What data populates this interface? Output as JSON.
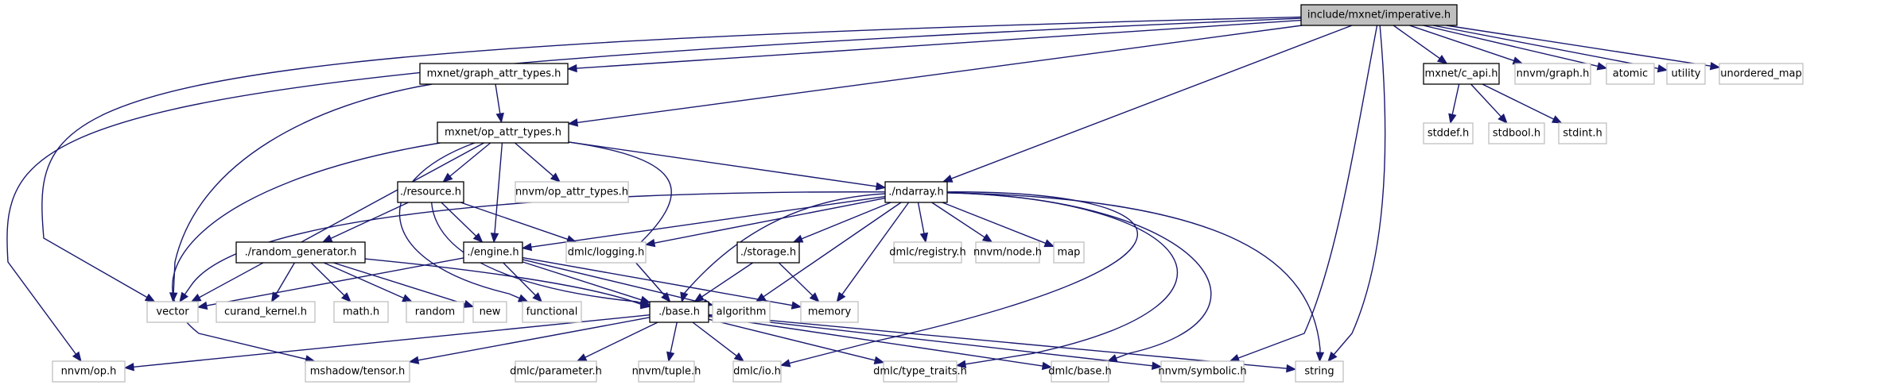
{
  "diagram": {
    "title": "include/mxnet/imperative.h",
    "type": "include-dependency-graph",
    "colors": {
      "edge": "#191970",
      "root_fill": "#bfbfbf",
      "linked_border": "#000000",
      "external_border": "#bfbfbf",
      "background": "#ffffff"
    },
    "nodes": [
      {
        "id": "imperative",
        "label": "include/mxnet/imperative.h",
        "kind": "root"
      },
      {
        "id": "graph_attr_types",
        "label": "mxnet/graph_attr_types.h",
        "kind": "linked"
      },
      {
        "id": "op_attr_types",
        "label": "mxnet/op_attr_types.h",
        "kind": "linked"
      },
      {
        "id": "c_api",
        "label": "mxnet/c_api.h",
        "kind": "linked"
      },
      {
        "id": "nnvm_graph",
        "label": "nnvm/graph.h",
        "kind": "external"
      },
      {
        "id": "atomic",
        "label": "atomic",
        "kind": "external"
      },
      {
        "id": "utility",
        "label": "utility",
        "kind": "external"
      },
      {
        "id": "unordered_map",
        "label": "unordered_map",
        "kind": "external"
      },
      {
        "id": "stddef",
        "label": "stddef.h",
        "kind": "external"
      },
      {
        "id": "stdbool",
        "label": "stdbool.h",
        "kind": "external"
      },
      {
        "id": "stdint",
        "label": "stdint.h",
        "kind": "external"
      },
      {
        "id": "resource",
        "label": "./resource.h",
        "kind": "linked"
      },
      {
        "id": "nnvm_op_attr_types",
        "label": "nnvm/op_attr_types.h",
        "kind": "external"
      },
      {
        "id": "ndarray",
        "label": "./ndarray.h",
        "kind": "linked"
      },
      {
        "id": "random_generator",
        "label": "./random_generator.h",
        "kind": "linked"
      },
      {
        "id": "engine",
        "label": "./engine.h",
        "kind": "linked"
      },
      {
        "id": "dmlc_logging",
        "label": "dmlc/logging.h",
        "kind": "external"
      },
      {
        "id": "storage",
        "label": "./storage.h",
        "kind": "linked"
      },
      {
        "id": "dmlc_registry",
        "label": "dmlc/registry.h",
        "kind": "external"
      },
      {
        "id": "nnvm_node",
        "label": "nnvm/node.h",
        "kind": "external"
      },
      {
        "id": "map",
        "label": "map",
        "kind": "external"
      },
      {
        "id": "vector",
        "label": "vector",
        "kind": "external"
      },
      {
        "id": "curand_kernel",
        "label": "curand_kernel.h",
        "kind": "external"
      },
      {
        "id": "math",
        "label": "math.h",
        "kind": "external"
      },
      {
        "id": "random",
        "label": "random",
        "kind": "external"
      },
      {
        "id": "new",
        "label": "new",
        "kind": "external"
      },
      {
        "id": "functional",
        "label": "functional",
        "kind": "external"
      },
      {
        "id": "base",
        "label": "./base.h",
        "kind": "linked"
      },
      {
        "id": "algorithm",
        "label": "algorithm",
        "kind": "external"
      },
      {
        "id": "memory",
        "label": "memory",
        "kind": "external"
      },
      {
        "id": "nnvm_op",
        "label": "nnvm/op.h",
        "kind": "external"
      },
      {
        "id": "mshadow_tensor",
        "label": "mshadow/tensor.h",
        "kind": "external"
      },
      {
        "id": "dmlc_parameter",
        "label": "dmlc/parameter.h",
        "kind": "external"
      },
      {
        "id": "nnvm_tuple",
        "label": "nnvm/tuple.h",
        "kind": "external"
      },
      {
        "id": "dmlc_io",
        "label": "dmlc/io.h",
        "kind": "external"
      },
      {
        "id": "dmlc_type_traits",
        "label": "dmlc/type_traits.h",
        "kind": "external"
      },
      {
        "id": "dmlc_base",
        "label": "dmlc/base.h",
        "kind": "external"
      },
      {
        "id": "nnvm_symbolic",
        "label": "nnvm/symbolic.h",
        "kind": "external"
      },
      {
        "id": "string",
        "label": "string",
        "kind": "external"
      }
    ],
    "edges": [
      [
        "imperative",
        "graph_attr_types"
      ],
      [
        "imperative",
        "op_attr_types"
      ],
      [
        "imperative",
        "ndarray"
      ],
      [
        "imperative",
        "c_api"
      ],
      [
        "imperative",
        "nnvm_graph"
      ],
      [
        "imperative",
        "atomic"
      ],
      [
        "imperative",
        "utility"
      ],
      [
        "imperative",
        "unordered_map"
      ],
      [
        "imperative",
        "vector"
      ],
      [
        "imperative",
        "nnvm_op"
      ],
      [
        "imperative",
        "nnvm_symbolic"
      ],
      [
        "imperative",
        "string"
      ],
      [
        "graph_attr_types",
        "op_attr_types"
      ],
      [
        "graph_attr_types",
        "vector"
      ],
      [
        "op_attr_types",
        "resource"
      ],
      [
        "op_attr_types",
        "nnvm_op_attr_types"
      ],
      [
        "op_attr_types",
        "ndarray"
      ],
      [
        "op_attr_types",
        "engine"
      ],
      [
        "op_attr_types",
        "vector"
      ],
      [
        "op_attr_types",
        "functional"
      ],
      [
        "op_attr_types",
        "base"
      ],
      [
        "op_attr_types",
        "mshadow_tensor"
      ],
      [
        "c_api",
        "stddef"
      ],
      [
        "c_api",
        "stdbool"
      ],
      [
        "c_api",
        "stdint"
      ],
      [
        "resource",
        "random_generator"
      ],
      [
        "resource",
        "engine"
      ],
      [
        "resource",
        "dmlc_logging"
      ],
      [
        "resource",
        "base"
      ],
      [
        "ndarray",
        "engine"
      ],
      [
        "ndarray",
        "dmlc_logging"
      ],
      [
        "ndarray",
        "storage"
      ],
      [
        "ndarray",
        "dmlc_registry"
      ],
      [
        "ndarray",
        "nnvm_node"
      ],
      [
        "ndarray",
        "map"
      ],
      [
        "ndarray",
        "vector"
      ],
      [
        "ndarray",
        "base"
      ],
      [
        "ndarray",
        "algorithm"
      ],
      [
        "ndarray",
        "memory"
      ],
      [
        "ndarray",
        "dmlc_io"
      ],
      [
        "ndarray",
        "dmlc_type_traits"
      ],
      [
        "ndarray",
        "dmlc_base"
      ],
      [
        "ndarray",
        "string"
      ],
      [
        "random_generator",
        "curand_kernel"
      ],
      [
        "random_generator",
        "math"
      ],
      [
        "random_generator",
        "random"
      ],
      [
        "random_generator",
        "new"
      ],
      [
        "random_generator",
        "base"
      ],
      [
        "engine",
        "vector"
      ],
      [
        "engine",
        "functional"
      ],
      [
        "engine",
        "base"
      ],
      [
        "engine",
        "algorithm"
      ],
      [
        "engine",
        "memory"
      ],
      [
        "storage",
        "base"
      ],
      [
        "storage",
        "memory"
      ],
      [
        "base",
        "nnvm_op"
      ],
      [
        "base",
        "mshadow_tensor"
      ],
      [
        "base",
        "dmlc_parameter"
      ],
      [
        "base",
        "nnvm_tuple"
      ],
      [
        "base",
        "dmlc_io"
      ],
      [
        "base",
        "dmlc_type_traits"
      ],
      [
        "base",
        "dmlc_base"
      ],
      [
        "base",
        "nnvm_symbolic"
      ],
      [
        "base",
        "string"
      ]
    ]
  }
}
